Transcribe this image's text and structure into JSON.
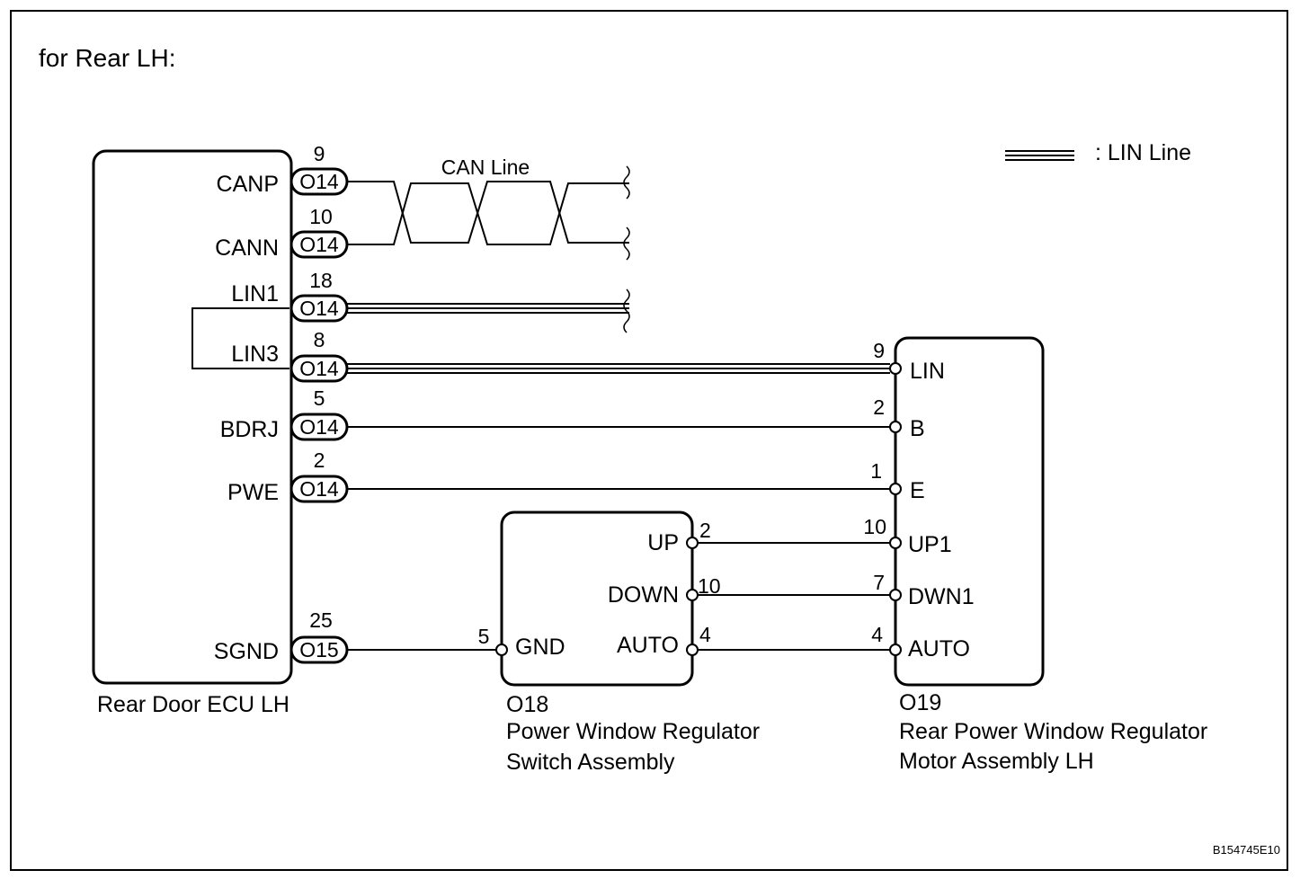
{
  "title": "for Rear LH:",
  "legend": {
    "lin_line": ": LIN Line"
  },
  "can_line_label": "CAN Line",
  "ecu": {
    "name": "Rear Door ECU LH",
    "terminals": [
      {
        "label": "CANP",
        "pin": "9",
        "connector": "O14"
      },
      {
        "label": "CANN",
        "pin": "10",
        "connector": "O14"
      },
      {
        "label": "LIN1",
        "pin": "18",
        "connector": "O14"
      },
      {
        "label": "LIN3",
        "pin": "8",
        "connector": "O14"
      },
      {
        "label": "BDRJ",
        "pin": "5",
        "connector": "O14"
      },
      {
        "label": "PWE",
        "pin": "2",
        "connector": "O14"
      },
      {
        "label": "SGND",
        "pin": "25",
        "connector": "O15"
      }
    ]
  },
  "switch": {
    "code": "O18",
    "name_line1": "Power Window Regulator",
    "name_line2": "Switch Assembly",
    "terminals": [
      {
        "label": "UP",
        "pin": "2"
      },
      {
        "label": "DOWN",
        "pin": "10"
      },
      {
        "label": "AUTO",
        "pin": "4"
      },
      {
        "label": "GND",
        "pin": "5"
      }
    ]
  },
  "motor": {
    "code": "O19",
    "name_line1": "Rear Power Window Regulator",
    "name_line2": "Motor Assembly LH",
    "terminals": [
      {
        "label": "LIN",
        "pin": "9"
      },
      {
        "label": "B",
        "pin": "2"
      },
      {
        "label": "E",
        "pin": "1"
      },
      {
        "label": "UP1",
        "pin": "10"
      },
      {
        "label": "DWN1",
        "pin": "7"
      },
      {
        "label": "AUTO",
        "pin": "4"
      }
    ]
  },
  "figure_code": "B154745E10"
}
